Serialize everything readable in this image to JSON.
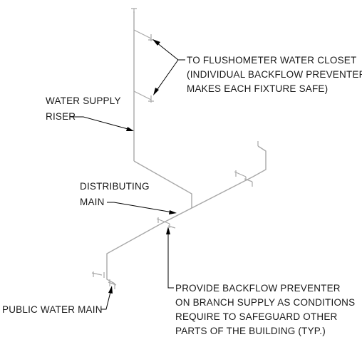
{
  "labels": {
    "flushometer": [
      "TO FLUSHOMETER WATER CLOSET",
      "(INDIVIDUAL BACKFLOW PREVENTER",
      "MAKES EACH FIXTURE SAFE)"
    ],
    "riser": [
      "WATER SUPPLY",
      "RISER"
    ],
    "distributing": [
      "DISTRIBUTING",
      "MAIN"
    ],
    "branch": [
      "PROVIDE BACKFLOW PREVENTER",
      "ON BRANCH SUPPLY AS CONDITIONS",
      "REQUIRE TO SAFEGUARD OTHER",
      "PARTS OF THE BUILDING (TYP.)"
    ],
    "public_main": [
      "PUBLIC WATER MAIN"
    ]
  },
  "colors": {
    "pipe": "#a8a8a8",
    "leader": "#000000",
    "text": "#1a1a1a"
  }
}
